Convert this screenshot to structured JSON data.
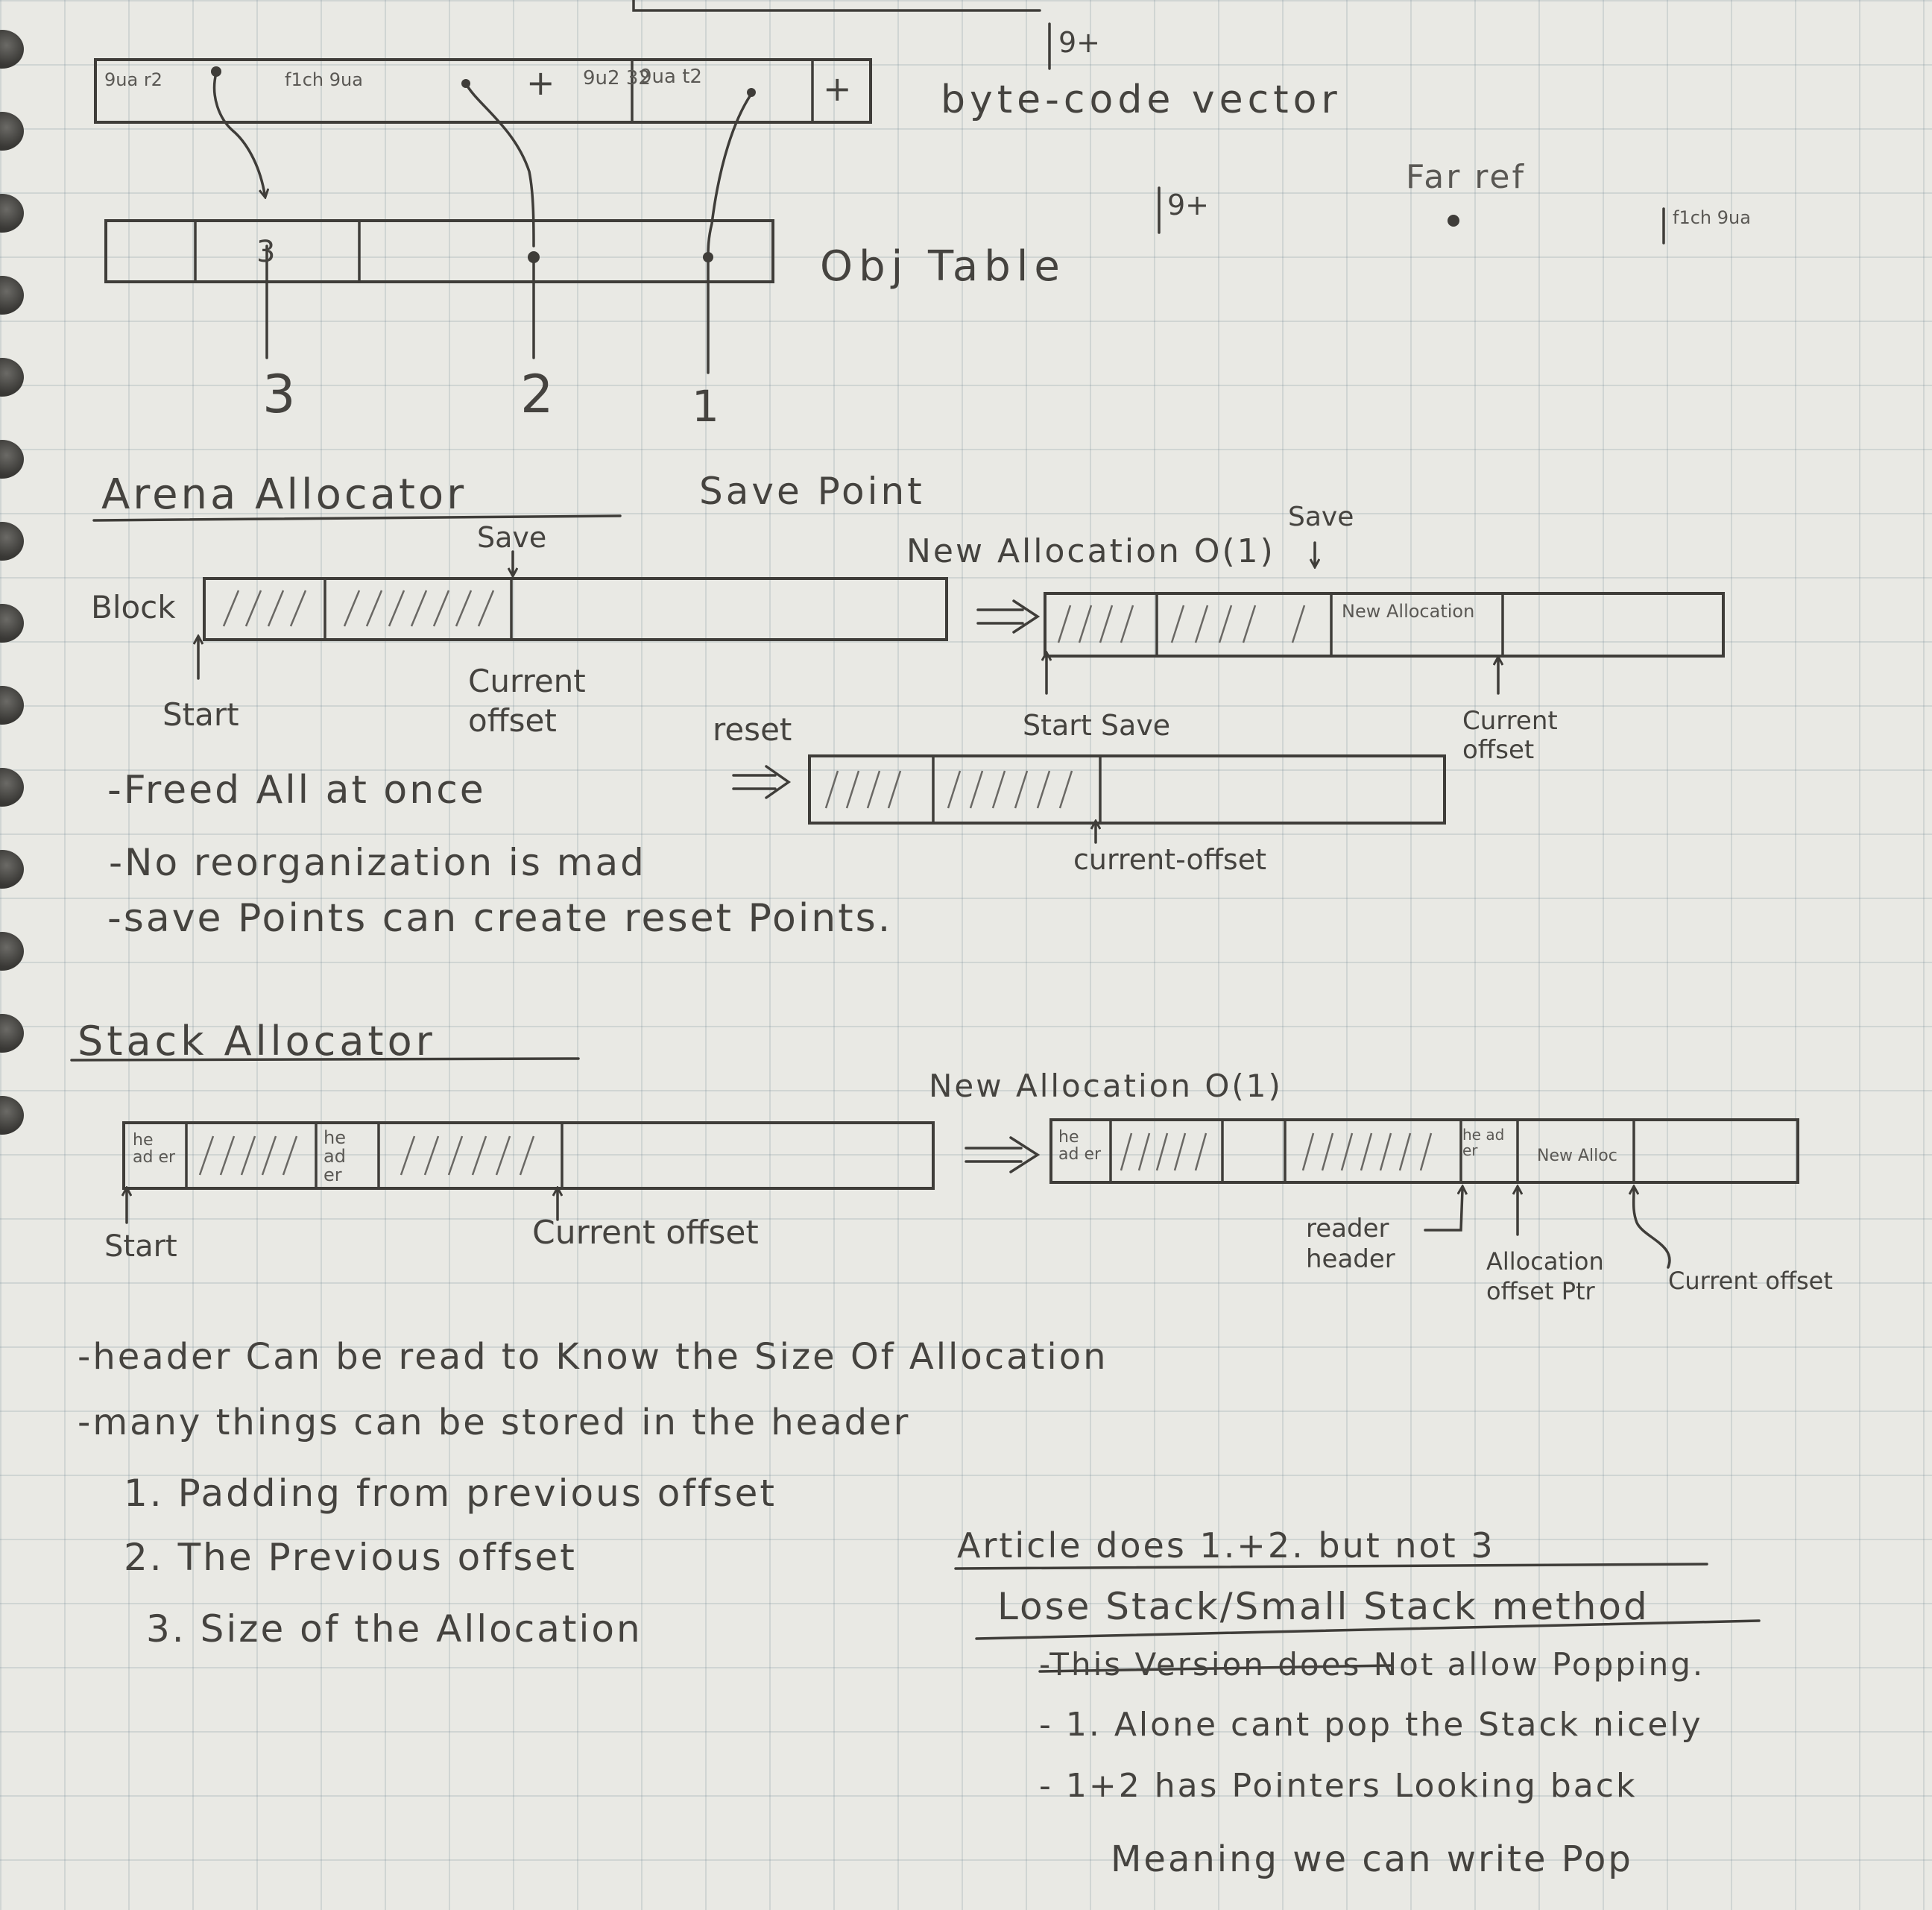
{
  "margin_holes": 14,
  "top_diagram": {
    "bytecode_cells": [
      "9ua r2",
      "f1ch 9ua",
      "+",
      "9u2 32",
      "9ua t2",
      "+"
    ],
    "bytecode_label": "byte-code vector",
    "bytecode_note": "9+",
    "table_label": "Obj Table",
    "far_ref_marker": "9+",
    "far_ref_label": "Far ref",
    "far_ref_cell": "f1ch 9ua",
    "indices": [
      "3",
      "2",
      "1"
    ],
    "table_marker": "3"
  },
  "arena": {
    "heading": "Arena Allocator",
    "save_point_label": "Save Point",
    "block_label": "Block",
    "save_marker": "Save",
    "start_label": "Start",
    "current_offset_label": "Current offset",
    "new_allocation_label": "New Allocation O(1)",
    "save_marker_2": "Save",
    "new_alloc_cell": "New Allocation",
    "start_save_label": "Start Save",
    "current_offset_label_2": "Current offset",
    "reset_label": "reset",
    "current_offset_label_3": "current-offset",
    "notes": [
      "-Freed All at once",
      "-No reorganization is mad",
      "-save Points can create reset Points."
    ]
  },
  "stack": {
    "heading": "Stack Allocator",
    "header_cell": "he ad er",
    "start_label": "Start",
    "current_offset_label": "Current offset",
    "new_allocation_label": "New Allocation O(1)",
    "new_alloc_cell": "New Alloc",
    "reader_header_label": "reader header",
    "alloc_offset_label": "Allocation offset Ptr",
    "current_offset_label_2": "Current offset",
    "notes": [
      "-header Can be read to Know the Size Of Allocation",
      "-many things can be stored in the header"
    ],
    "list": [
      "1. Padding from previous offset",
      "2. The Previous offset",
      "3. Size of the Allocation"
    ],
    "article_note": "Article does 1.+2. but not 3",
    "method_title": "Lose Stack/Small Stack method",
    "method_notes": [
      "-This Version does Not allow Popping.",
      "- 1. Alone cant pop the Stack nicely",
      "- 1+2 has Pointers Looking back",
      "Meaning we can write Pop"
    ]
  }
}
